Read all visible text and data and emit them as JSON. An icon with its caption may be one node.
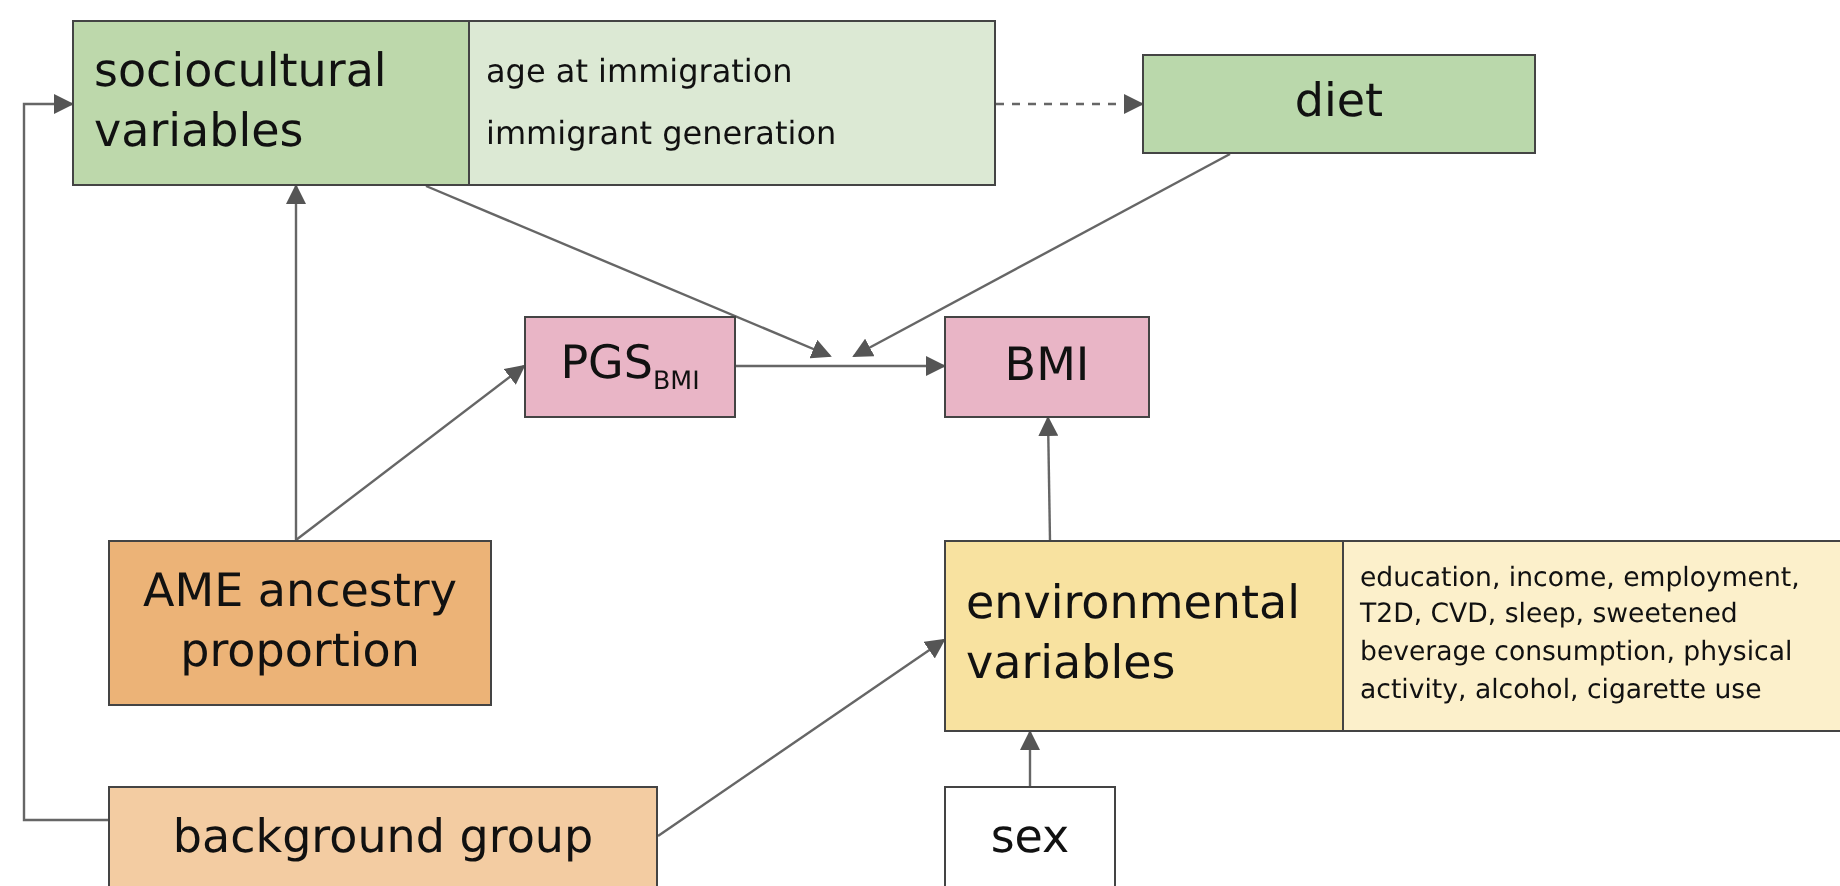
{
  "diagram": {
    "nodes": [
      {
        "text": [
          "sociocultural variables",
          "age at immigration",
          "immigrant generation"
        ]
      },
      {
        "text": [
          "diet"
        ]
      },
      {
        "text": [
          "PGS$_{BMI}$"
        ]
      },
      {
        "text": [
          "BMI"
        ]
      },
      {
        "text": [
          "AME ancestry proportion"
        ]
      },
      {
        "text": [
          "environmental variables",
          "education, income, employment, T2D, CVD, sleep, sweetened beverage consumption, physical activity, alcohol, cigarette use"
        ]
      },
      {
        "text": [
          "background group"
        ]
      },
      {
        "text": [
          "sex"
        ]
      }
    ],
    "edges": [
      {
        "from": 6,
        "to": 0,
        "arrow": "to"
      },
      {
        "from": 4,
        "to": 0,
        "arrow": "to"
      },
      {
        "from": 4,
        "to": 2,
        "arrow": "to"
      },
      {
        "from": 0,
        "to": null,
        "arrow": "to"
      },
      {
        "from": 1,
        "to": null,
        "arrow": "to"
      },
      {
        "from": 0,
        "to": 1,
        "arrow": "to",
        "style": "dashed"
      },
      {
        "from": 2,
        "to": 3,
        "arrow": "to"
      },
      {
        "from": 6,
        "to": 5,
        "arrow": "to"
      },
      {
        "from": 7,
        "to": 5,
        "arrow": "to"
      },
      {
        "from": 5,
        "to": 3,
        "arrow": "to"
      }
    ]
  }
}
